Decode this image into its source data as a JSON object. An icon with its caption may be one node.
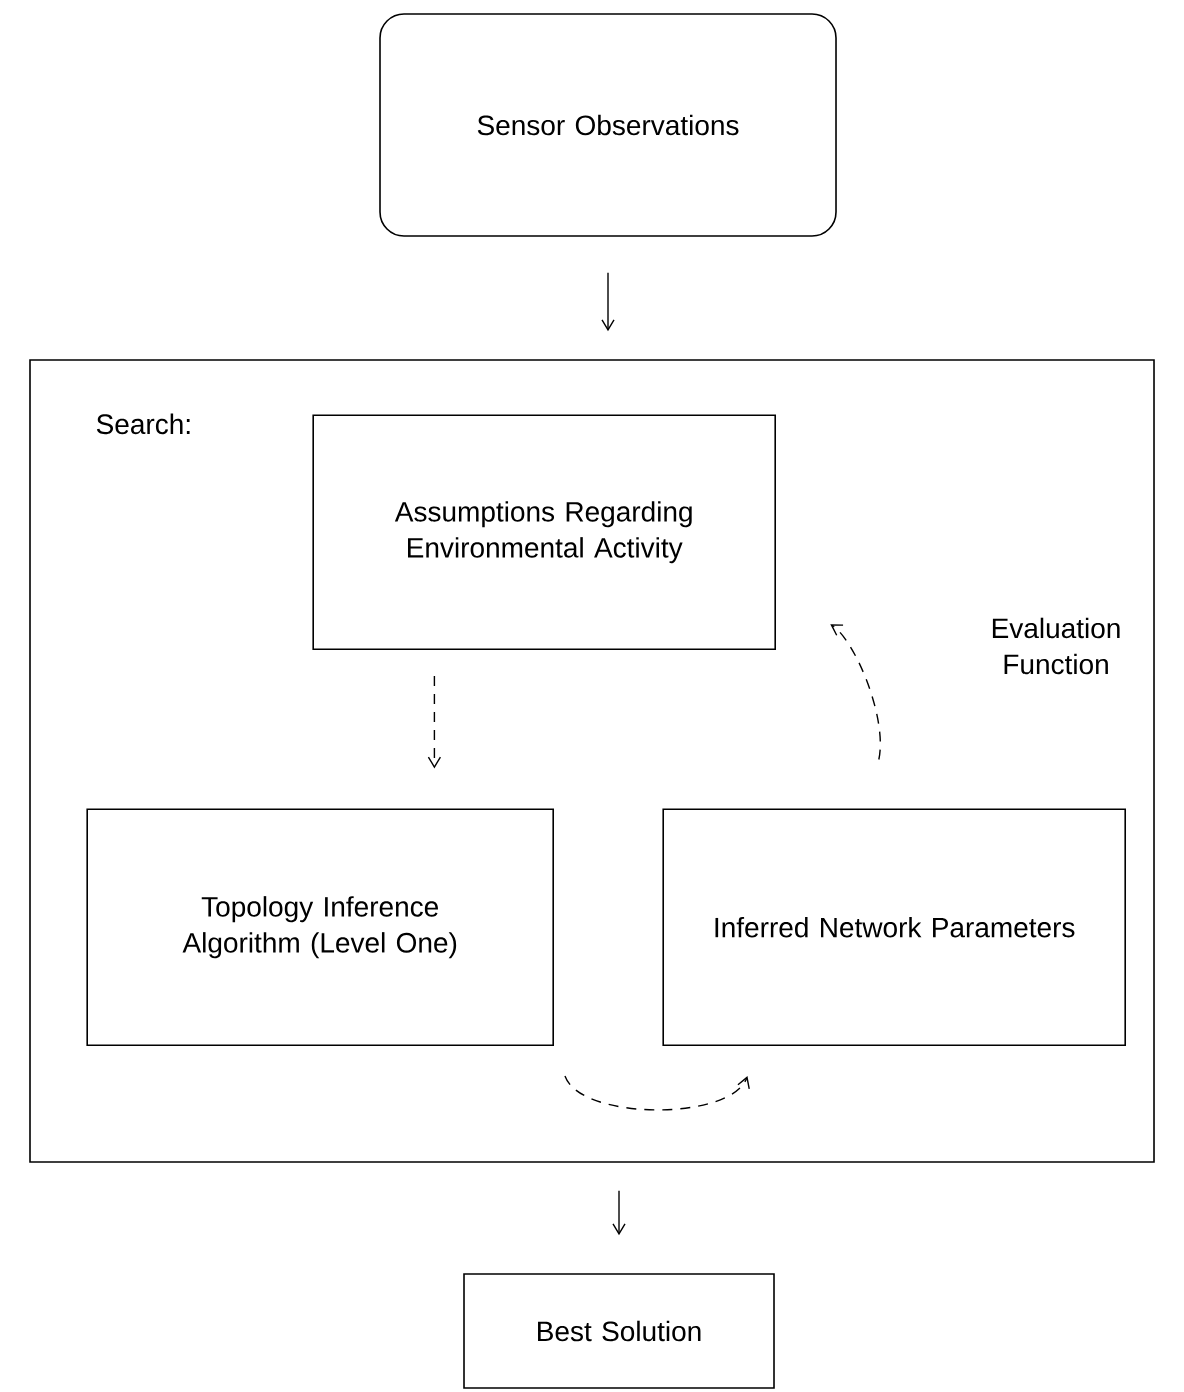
{
  "diagram": {
    "nodes": [
      {
        "text": [
          "Sensor Observations"
        ]
      },
      {
        "text": [
          "Search:"
        ]
      },
      {
        "text": [
          "Assumptions Regarding Environmental Activity"
        ],
        "in": 1
      },
      {
        "text": [
          "Topology Inference Algorithm (Level One)"
        ],
        "in": 1
      },
      {
        "text": [
          "Inferred Network Parameters"
        ],
        "in": 1
      },
      {
        "text": [
          "Best Solution"
        ]
      }
    ],
    "edges": [
      {
        "from": 0,
        "to": 1,
        "arrow": "to"
      },
      {
        "from": 2,
        "to": 3,
        "arrow": "to",
        "style": "dashed"
      },
      {
        "from": 3,
        "to": 4,
        "arrow": "to",
        "style": "dashed"
      },
      {
        "from": 4,
        "to": 2,
        "arrow": "to",
        "style": "dashed",
        "label": "Evaluation Function"
      },
      {
        "from": 1,
        "to": 5,
        "arrow": "to"
      }
    ]
  }
}
